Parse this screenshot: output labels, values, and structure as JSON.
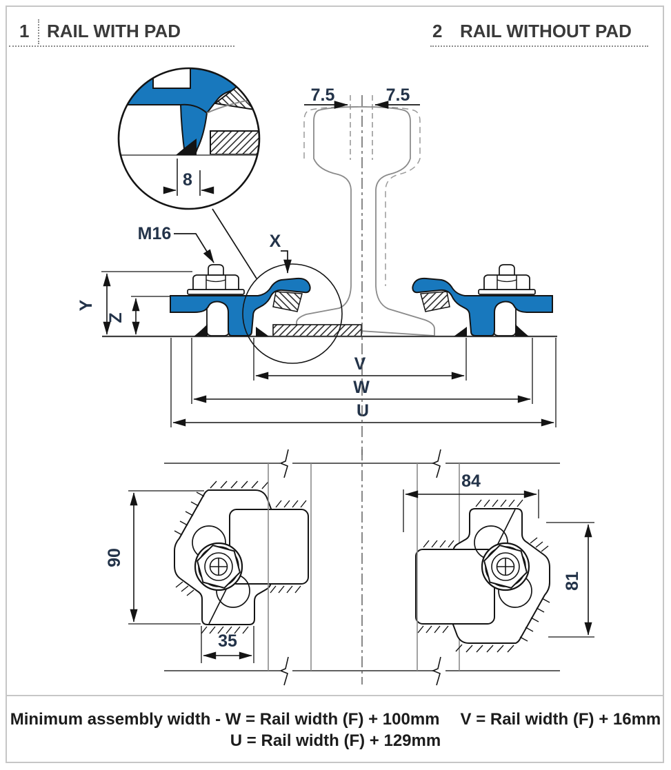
{
  "header": {
    "section1": {
      "number": "1",
      "title": "RAIL WITH PAD"
    },
    "section2": {
      "number": "2",
      "title": "RAIL WITHOUT PAD"
    }
  },
  "footer": {
    "line1_left": "Minimum assembly width - W = Rail width (F) + 100mm",
    "line1_right": "V = Rail width (F) + 16mm",
    "line2": "U = Rail width (F) + 129mm"
  },
  "dimensions": {
    "rail_offset_left": "7.5",
    "rail_offset_right": "7.5",
    "detail_gap": "8",
    "bolt_spec": "M16",
    "clamp_toe_height": "X",
    "assembly_height": "Y",
    "plate_height": "Z",
    "inner_width": "V",
    "assembly_width": "W",
    "outer_width": "U",
    "plan_clamp_length": "90",
    "plan_foot_width": "35",
    "plan_clamp_width": "84",
    "plan_clamp_side": "81"
  },
  "colors": {
    "clamp_blue": "#1878BD",
    "line_black": "#141414",
    "rail_gray": "#8A8A8A",
    "dim_text": "#233349",
    "border_gray": "#C6C6C6"
  }
}
